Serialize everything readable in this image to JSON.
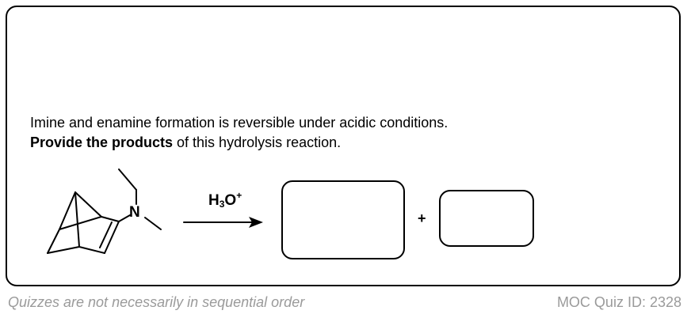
{
  "question": {
    "line1": "Imine and enamine formation is reversible under acidic conditions.",
    "line2_bold": "Provide the products",
    "line2_rest": " of this hydrolysis reaction."
  },
  "reaction": {
    "reagent_main": "H",
    "reagent_sub": "3",
    "reagent_tail": "O",
    "reagent_sup": "+",
    "nitrogen_label": "N",
    "plus_sign": "+"
  },
  "footer": {
    "left": "Quizzes are not necessarily in sequential order",
    "right": "MOC Quiz ID: 2328"
  }
}
